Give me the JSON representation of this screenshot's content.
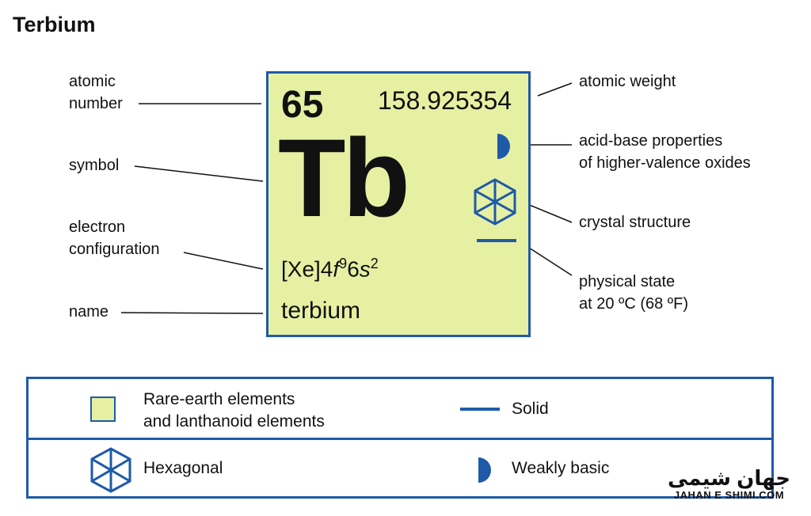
{
  "title": "Terbium",
  "element": {
    "atomic_number": "65",
    "atomic_weight": "158.925354",
    "symbol": "Tb",
    "config_base": "[Xe]4",
    "config_f": "f",
    "config_f_sup": "9",
    "config_mid": "6",
    "config_s": "s",
    "config_s_sup": "2",
    "name": "terbium"
  },
  "labels": {
    "atomic_number_l1": "atomic",
    "atomic_number_l2": "number",
    "symbol": "symbol",
    "electron_l1": "electron",
    "electron_l2": "configuration",
    "name": "name",
    "atomic_weight": "atomic weight",
    "acid_l1": "acid-base properties",
    "acid_l2": "of higher-valence oxides",
    "crystal": "crystal structure",
    "state_l1": "physical state",
    "state_l2": "at 20 ºC (68 ºF)"
  },
  "legend": {
    "rare_l1": "Rare-earth elements",
    "rare_l2": "and lanthanoid elements",
    "solid": "Solid",
    "hexagonal": "Hexagonal",
    "weakly_basic": "Weakly basic"
  },
  "logo": {
    "main": "جهان شیمی",
    "sub": "JAHAN E SHIMI.COM"
  },
  "colors": {
    "accent_blue": "#1f5aa8",
    "card_fill": "#e6f0a3"
  }
}
